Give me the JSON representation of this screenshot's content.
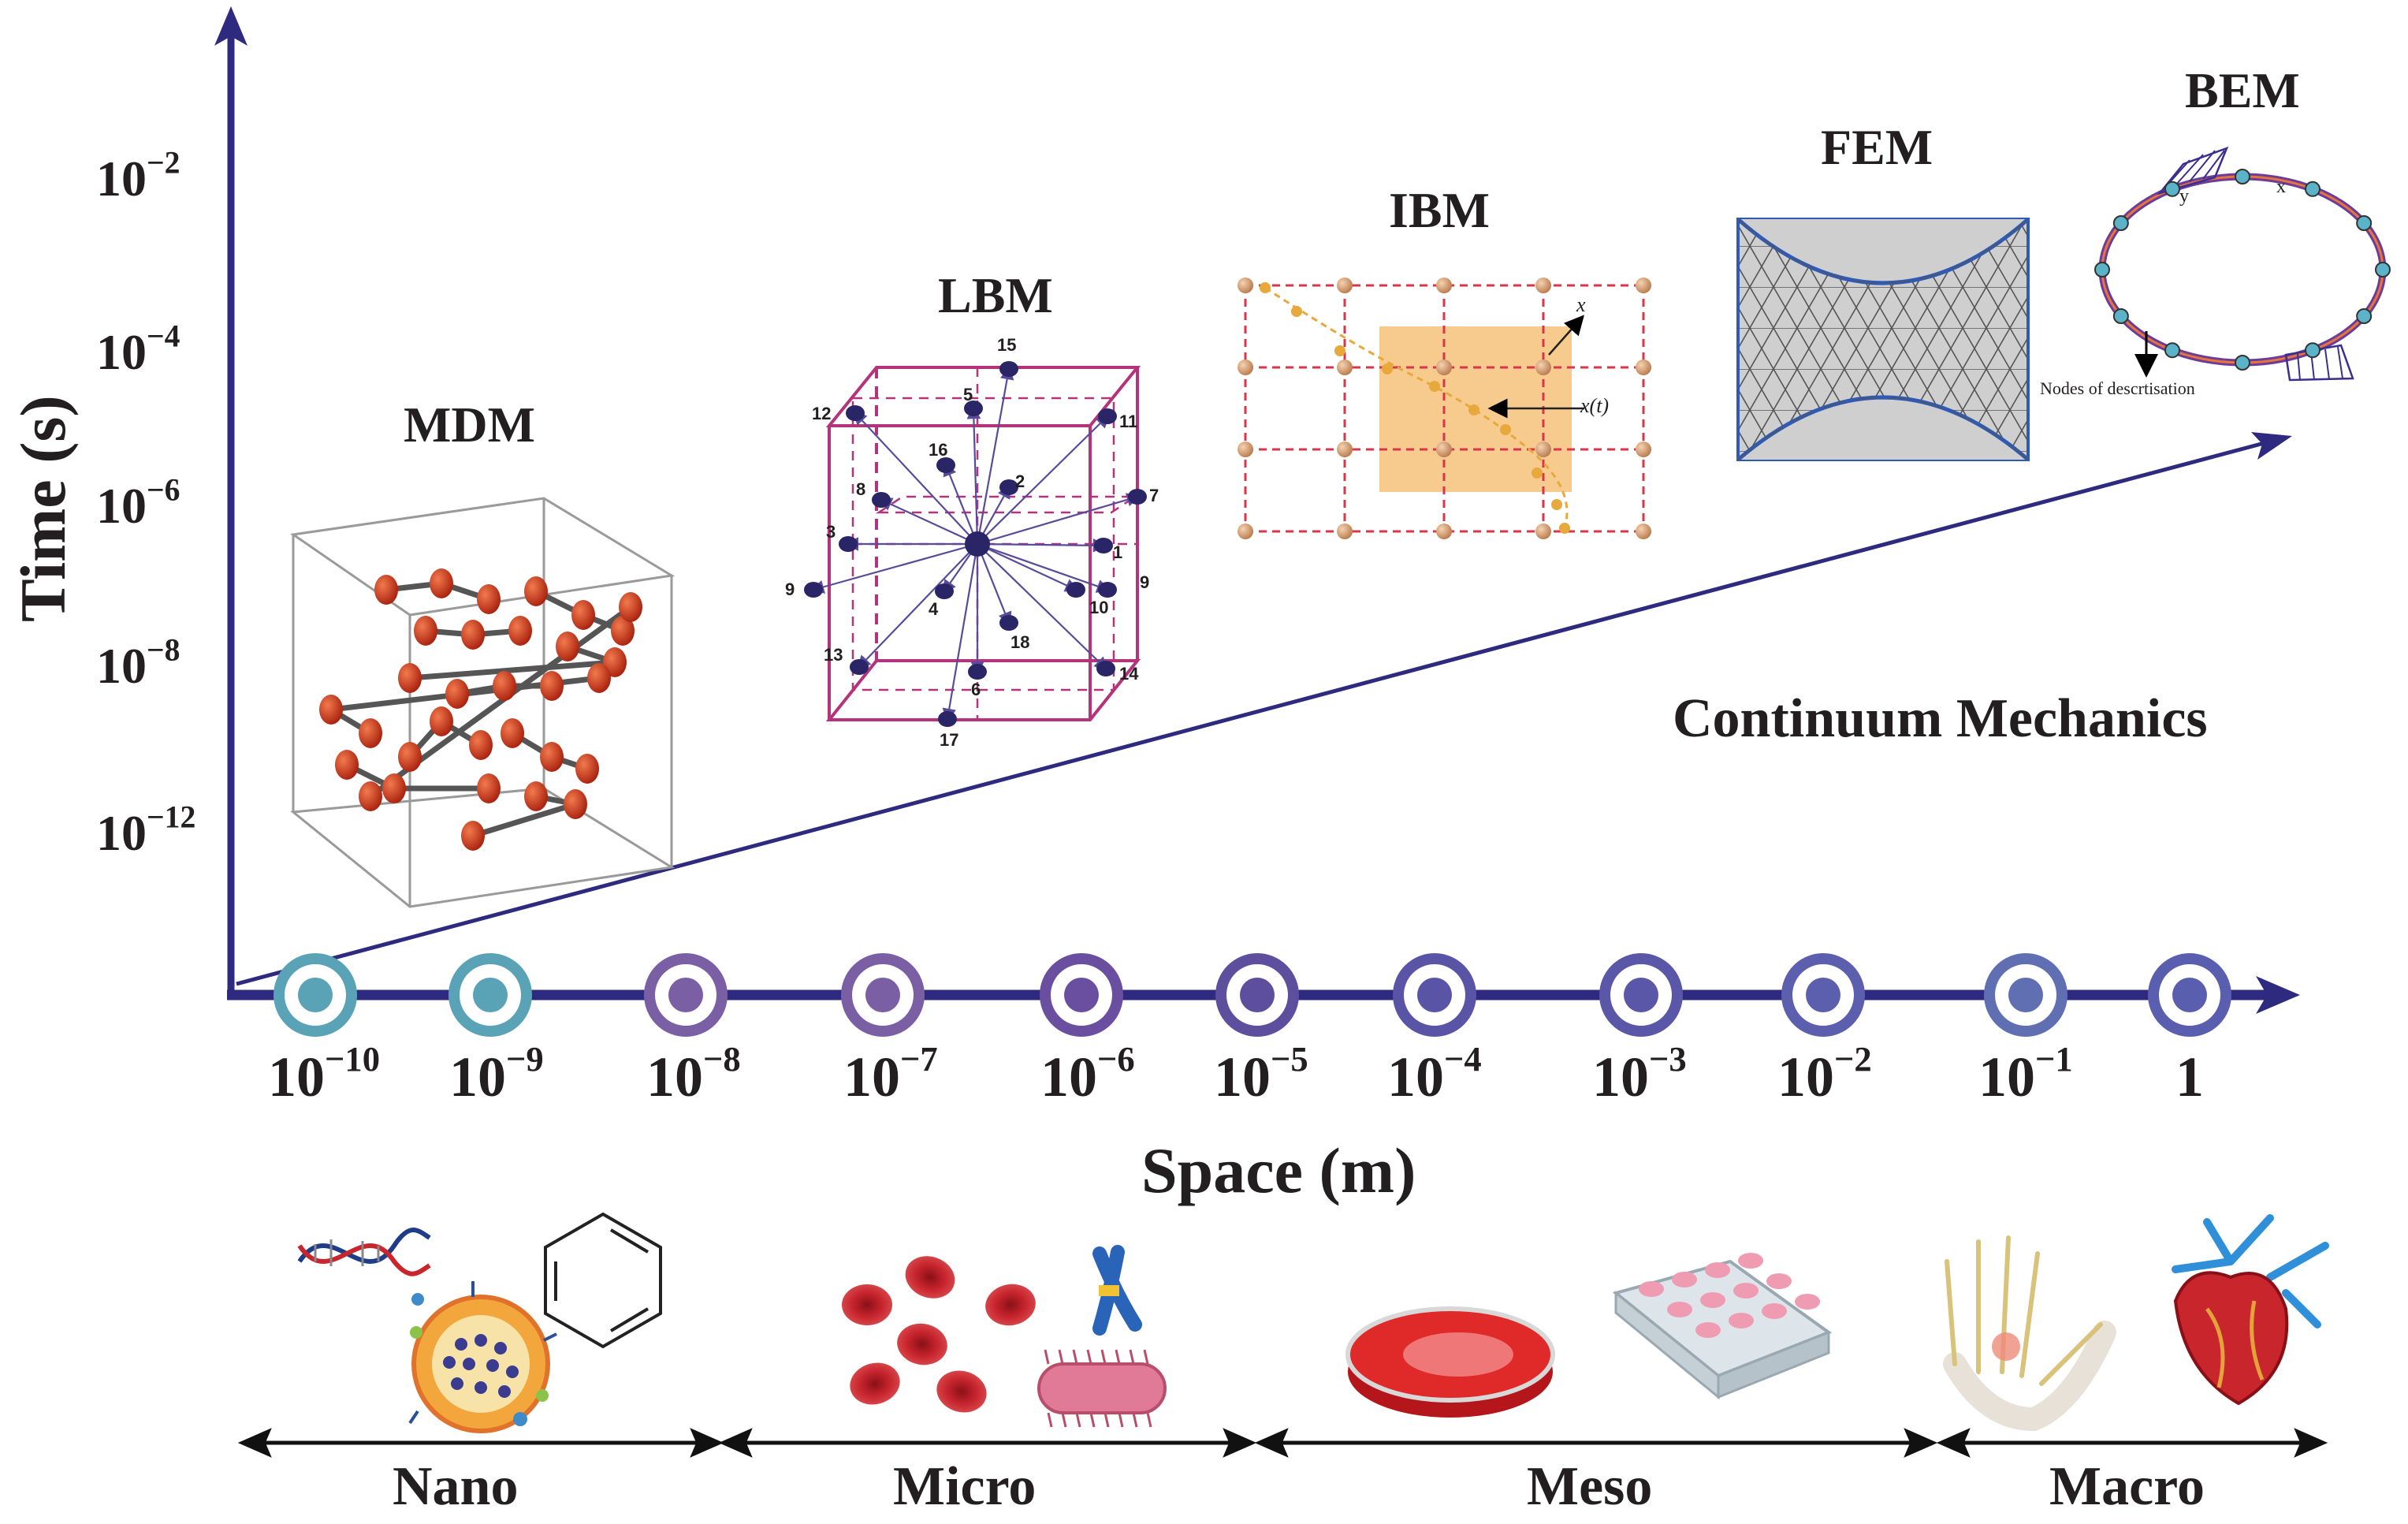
{
  "axes": {
    "x_title": "Space (m)",
    "y_title": "Time (s)",
    "x_ticks": [
      {
        "base": "10",
        "exp": "−10"
      },
      {
        "base": "10",
        "exp": "−9"
      },
      {
        "base": "10",
        "exp": "−8"
      },
      {
        "base": "10",
        "exp": "−7"
      },
      {
        "base": "10",
        "exp": "−6"
      },
      {
        "base": "10",
        "exp": "−5"
      },
      {
        "base": "10",
        "exp": "−4"
      },
      {
        "base": "10",
        "exp": "−3"
      },
      {
        "base": "10",
        "exp": "−2"
      },
      {
        "base": "10",
        "exp": "−1"
      },
      {
        "base": "1",
        "exp": ""
      }
    ],
    "y_ticks": [
      {
        "base": "10",
        "exp": "−2"
      },
      {
        "base": "10",
        "exp": "−4"
      },
      {
        "base": "10",
        "exp": "−6"
      },
      {
        "base": "10",
        "exp": "−8"
      },
      {
        "base": "10",
        "exp": "−12"
      }
    ],
    "marker_colors": [
      "#5aa3b6",
      "#5aa3b6",
      "#7b5fa4",
      "#7b5fa4",
      "#6a4fa0",
      "#5d4e9e",
      "#5a54a6",
      "#5a56a8",
      "#5c5eae",
      "#5f6fb2",
      "#5a5eae"
    ]
  },
  "methods": {
    "mdm": "MDM",
    "lbm": "LBM",
    "ibm": "IBM",
    "fem": "FEM",
    "bem": "BEM"
  },
  "continuum": "Continuum Mechanics",
  "ibm_labels": {
    "x": "x",
    "xt": "x(t)"
  },
  "bem_labels": {
    "y": "y",
    "x": "x",
    "nodes": "Nodes of descrtisation"
  },
  "lbm_nodes": [
    "15",
    "5",
    "12",
    "11",
    "16",
    "2",
    "8",
    "7",
    "3",
    "1",
    "9",
    "4",
    "10",
    "9",
    "18",
    "13",
    "6",
    "14",
    "17"
  ],
  "scales": {
    "nano": "Nano",
    "micro": "Micro",
    "meso": "Meso",
    "macro": "Macro"
  },
  "colors": {
    "axis": "#2e2a7f",
    "lbm": "#b4337a",
    "ibm_grid": "#d9364a",
    "ibm_box": "#f6c27a",
    "fem_curve": "#2f5bb5",
    "bem_ring": "#6c3c9b",
    "blood": "#c8252d"
  }
}
